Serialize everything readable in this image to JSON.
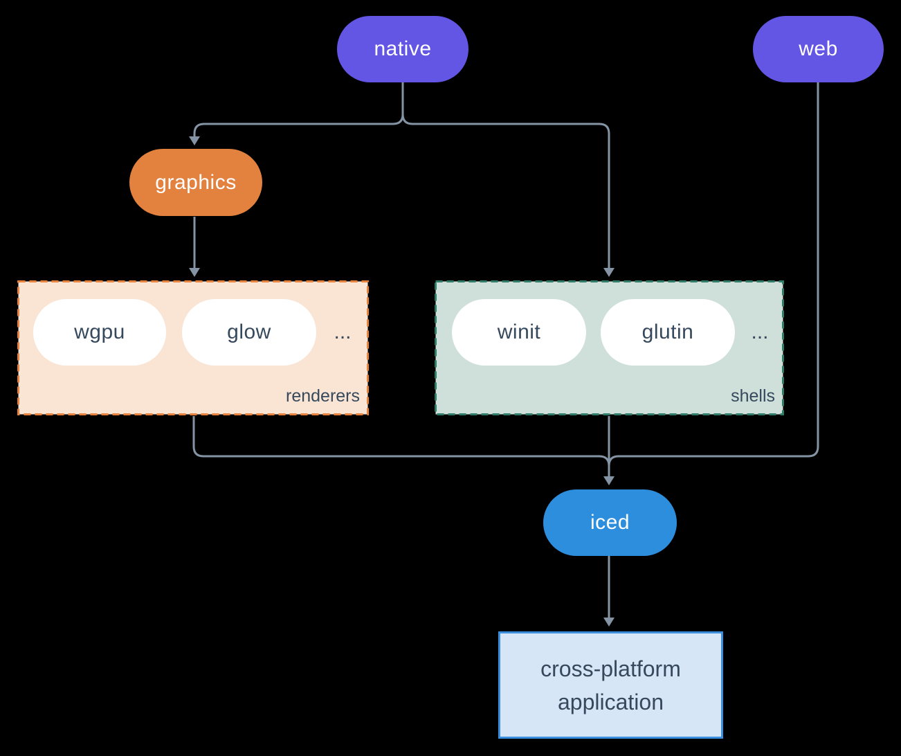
{
  "colors": {
    "background": "#000000",
    "connector": "#8494a4",
    "platform": "#6456e4",
    "graphics": "#e2823e",
    "iced": "#2e8ede",
    "pill-text": "#ffffff",
    "dark-text": "#36495c",
    "node-bg": "#ffffff",
    "renderers-bg": "#fae4d4",
    "renderers-border": "#e8823d",
    "shells-bg": "#cfdfd9",
    "shells-border": "#2e7d68",
    "app-bg": "#d6e6f7",
    "app-border": "#3b8ede"
  },
  "nodes": {
    "native": {
      "label": "native"
    },
    "web": {
      "label": "web"
    },
    "graphics": {
      "label": "graphics"
    },
    "iced": {
      "label": "iced"
    },
    "application": {
      "line1": "cross-platform",
      "line2": "application"
    }
  },
  "groups": {
    "renderers": {
      "label": "renderers",
      "items": [
        {
          "label": "wgpu"
        },
        {
          "label": "glow"
        }
      ],
      "ellipsis": "..."
    },
    "shells": {
      "label": "shells",
      "items": [
        {
          "label": "winit"
        },
        {
          "label": "glutin"
        }
      ],
      "ellipsis": "..."
    }
  }
}
